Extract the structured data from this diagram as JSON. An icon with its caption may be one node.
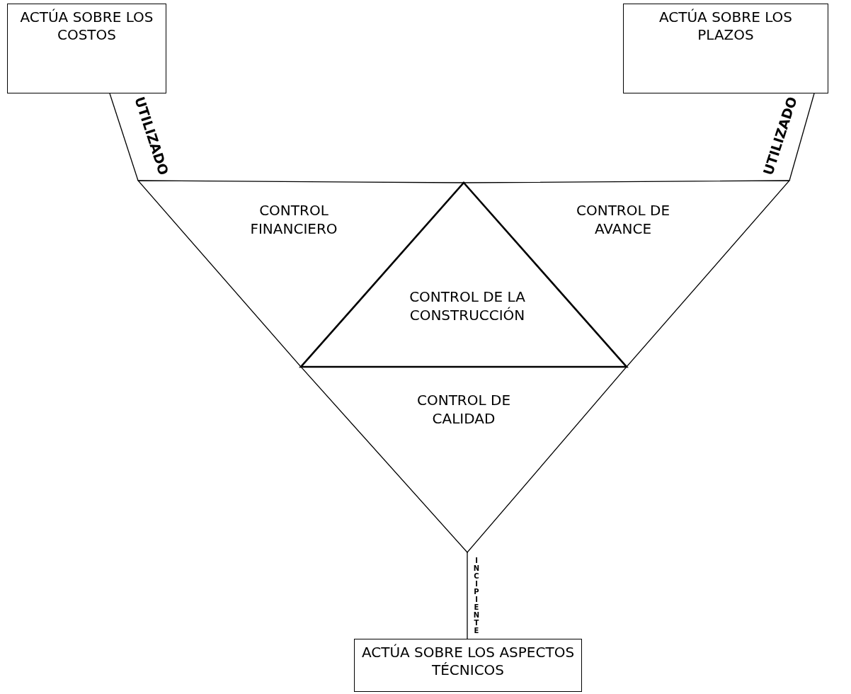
{
  "diagram": {
    "nodes": [
      {
        "text": [
          "ACTÚA SOBRE LOS COSTOS"
        ]
      },
      {
        "text": [
          "ACTÚA SOBRE LOS PLAZOS"
        ]
      },
      {
        "text": [
          "CONTROL FINANCIERO"
        ]
      },
      {
        "text": [
          "CONTROL DE AVANCE"
        ]
      },
      {
        "text": [
          "CONTROL DE LA CONSTRUCCIÓN"
        ]
      },
      {
        "text": [
          "CONTROL DE CALIDAD"
        ]
      },
      {
        "text": [
          "ACTÚA SOBRE LOS ASPECTOS TÉCNICOS"
        ]
      }
    ],
    "edges": [
      {
        "from": 0,
        "to": 2,
        "arrow": "none",
        "label": "UTILIZADO"
      },
      {
        "from": 1,
        "to": 3,
        "arrow": "none",
        "label": "UTILIZADO"
      },
      {
        "from": 5,
        "to": 6,
        "arrow": "none",
        "label": "INCIPIENTE"
      }
    ]
  }
}
